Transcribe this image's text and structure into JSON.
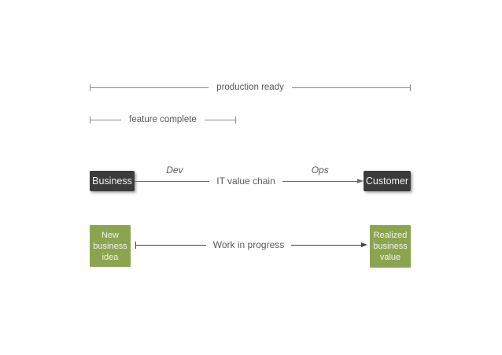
{
  "colors": {
    "dark_box": "#3b3b3b",
    "green_box": "#8ca450",
    "box_text": "#f2f2ee",
    "bracket_line": "#8c8c8c",
    "chain_line": "#6e6e6e",
    "flow_line": "#444444",
    "label_text": "#595959"
  },
  "brackets": {
    "production_ready": "production ready",
    "feature_complete": "feature complete"
  },
  "chain": {
    "business": "Business",
    "customer": "Customer",
    "label": "IT value chain",
    "dev": "Dev",
    "ops": "Ops"
  },
  "flow": {
    "start_lines": [
      "New",
      "business",
      "idea"
    ],
    "end_lines": [
      "Realized",
      "business",
      "value"
    ],
    "label": "Work in progress"
  }
}
